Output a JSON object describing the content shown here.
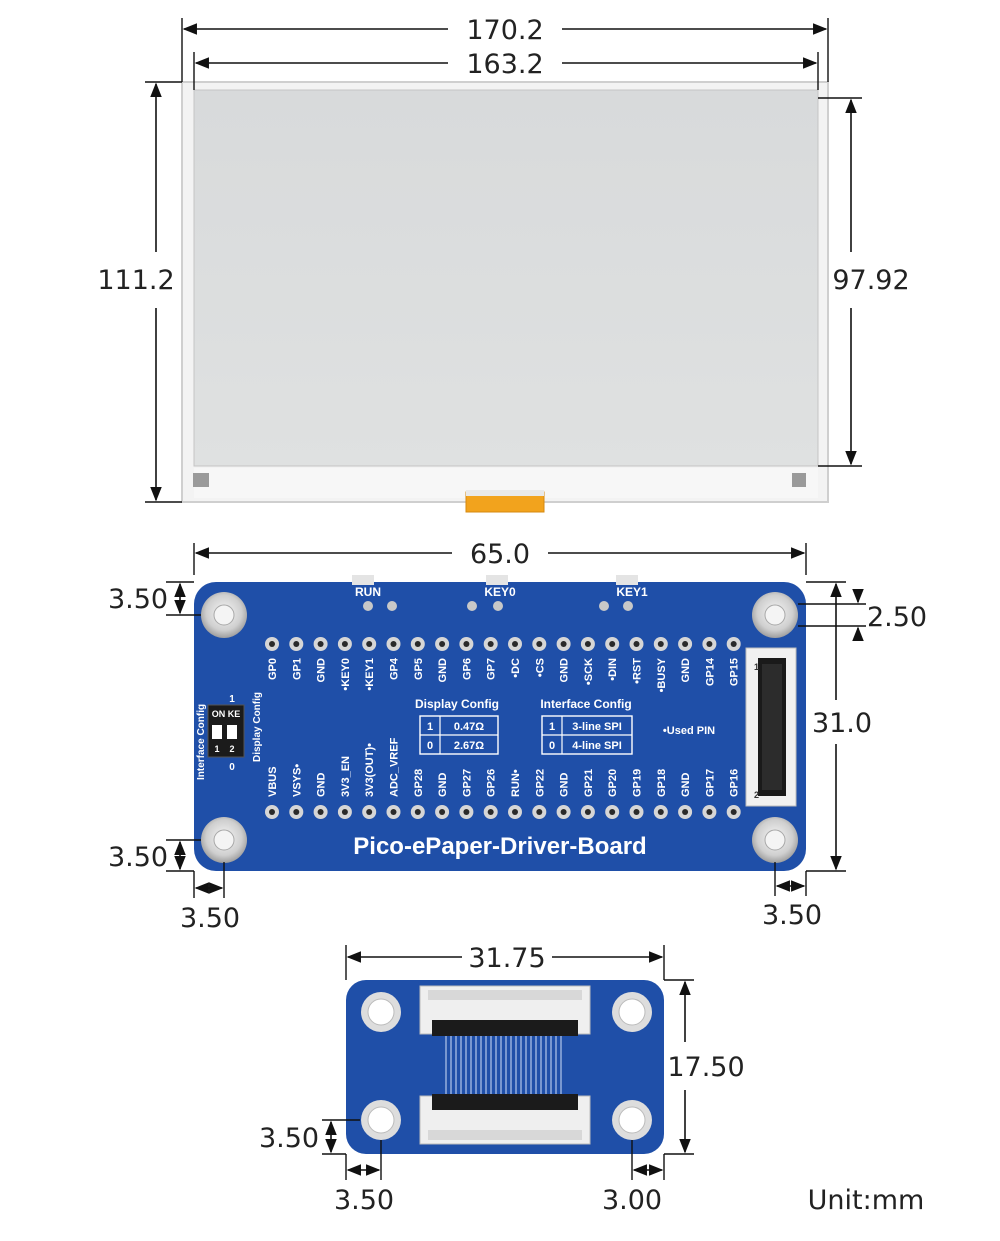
{
  "unit_label": "Unit:mm",
  "colors": {
    "pcb_blue": "#1f4fa8",
    "pcb_blue_dark": "#173f8c",
    "screen_frame": "#f2f2f2",
    "screen_area": "#d9dbdc",
    "fpc_orange": "#f0a020",
    "hole_silver": "#c9c9c9",
    "dimension_line": "#111111"
  },
  "epaper": {
    "outer_width": "170.2",
    "active_width": "163.2",
    "outer_height": "111.2",
    "active_height": "97.92"
  },
  "driver_board": {
    "title": "Pico-ePaper-Driver-Board",
    "width": "65.0",
    "height": "31.0",
    "hole_offset_top": "3.50",
    "hole_offset_bottom": "3.50",
    "hole_offset_left": "3.50",
    "hole_offset_right": "3.50",
    "hole_diameter": "2.50",
    "buttons": [
      "RUN",
      "KEY0",
      "KEY1"
    ],
    "top_pins": [
      "GP0",
      "GP1",
      "GND",
      "•KEY0",
      "•KEY1",
      "GP4",
      "GP5",
      "GND",
      "GP6",
      "GP7",
      "•DC",
      "•CS",
      "GND",
      "•SCK",
      "•DIN",
      "•RST",
      "•BUSY",
      "GND",
      "GP14",
      "GP15"
    ],
    "bottom_pins": [
      "VBUS",
      "VSYS•",
      "GND",
      "3V3_EN",
      "3V3(OUT)•",
      "ADC_VREF",
      "GP28",
      "GND",
      "GP27",
      "GP26",
      "RUN•",
      "GP22",
      "GND",
      "GP21",
      "GP20",
      "GP19",
      "GP18",
      "GND",
      "GP17",
      "GP16"
    ],
    "display_config": {
      "title": "Display Config",
      "rows": [
        [
          "1",
          "0.47Ω"
        ],
        [
          "0",
          "2.67Ω"
        ]
      ]
    },
    "interface_config": {
      "title": "Interface Config",
      "rows": [
        [
          "1",
          "3-line SPI"
        ],
        [
          "0",
          "4-line SPI"
        ]
      ]
    },
    "used_pin_label": "•Used PIN",
    "switch": {
      "on_label": "ON KE",
      "label_1": "1",
      "label_2": "2",
      "side_label_interface": "Interface Config",
      "side_label_display": "Display Config",
      "top_mark": "1",
      "bottom_mark": "0",
      "fpc_mark_1": "1",
      "fpc_mark_2": "2"
    }
  },
  "adapter_board": {
    "width": "31.75",
    "height": "17.50",
    "hole_offset_bottom": "3.50",
    "hole_offset_left": "3.50",
    "hole_offset_right": "3.00"
  }
}
